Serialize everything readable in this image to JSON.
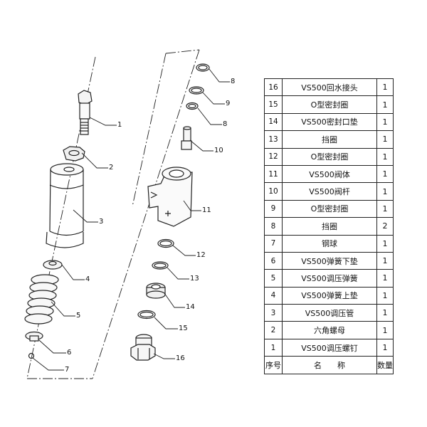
{
  "callouts": [
    "1",
    "2",
    "3",
    "4",
    "5",
    "6",
    "7",
    "8",
    "9",
    "8",
    "10",
    "11",
    "12",
    "13",
    "14",
    "15",
    "16"
  ],
  "table": {
    "header": {
      "no": "序号",
      "name": "名　　称",
      "qty": "数量"
    },
    "rows": [
      {
        "no": "16",
        "name": "VS500回水接头",
        "qty": "1"
      },
      {
        "no": "15",
        "name": "O型密封圈",
        "qty": "1"
      },
      {
        "no": "14",
        "name": "VS500密封口垫",
        "qty": "1"
      },
      {
        "no": "13",
        "name": "挡圈",
        "qty": "1"
      },
      {
        "no": "12",
        "name": "O型密封圈",
        "qty": "1"
      },
      {
        "no": "11",
        "name": "VS500阀体",
        "qty": "1"
      },
      {
        "no": "10",
        "name": "VS500阀杆",
        "qty": "1"
      },
      {
        "no": "9",
        "name": "O型密封圈",
        "qty": "1"
      },
      {
        "no": "8",
        "name": "挡圈",
        "qty": "2"
      },
      {
        "no": "7",
        "name": "钢球",
        "qty": "1"
      },
      {
        "no": "6",
        "name": "VS500弹簧下垫",
        "qty": "1"
      },
      {
        "no": "5",
        "name": "VS500调压弹簧",
        "qty": "1"
      },
      {
        "no": "4",
        "name": "VS500弹簧上垫",
        "qty": "1"
      },
      {
        "no": "3",
        "name": "VS500调压管",
        "qty": "1"
      },
      {
        "no": "2",
        "name": "六角螺母",
        "qty": "1"
      },
      {
        "no": "1",
        "name": "VS500调压螺钉",
        "qty": "1"
      }
    ]
  }
}
